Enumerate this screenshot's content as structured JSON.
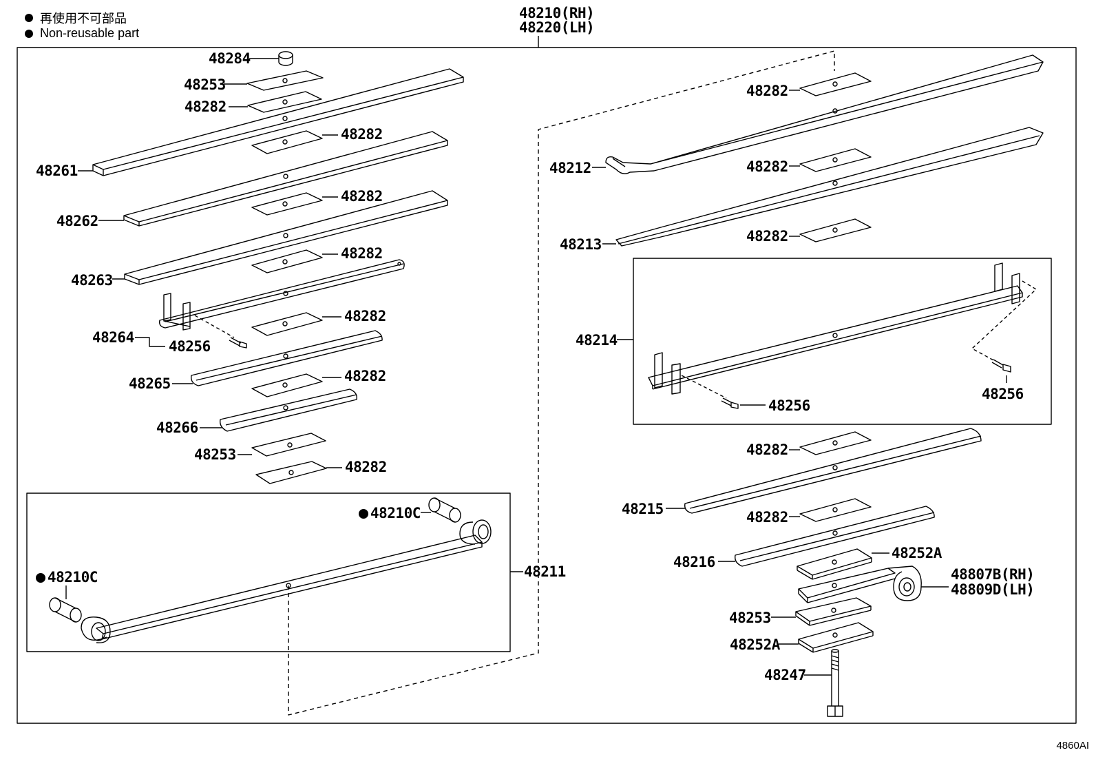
{
  "legend": {
    "item_jp": "再使用不可部品",
    "item_en": "Non-reusable part"
  },
  "header": {
    "assembly_rh": "48210(RH)",
    "assembly_lh": "48220(LH)"
  },
  "parts": {
    "p48284": "48284",
    "p48253_top": "48253",
    "p48282_top": "48282",
    "p48282_a": "48282",
    "p48261": "48261",
    "p48282_b": "48282",
    "p48262": "48262",
    "p48282_c": "48282",
    "p48263": "48263",
    "p48282_d": "48282",
    "p48264": "48264",
    "p48256_left": "48256",
    "p48265": "48265",
    "p48282_e": "48282",
    "p48266": "48266",
    "p48253_mid": "48253",
    "p48282_f": "48282",
    "p48210c_right": "48210C",
    "p48210c_left": "48210C",
    "p48211": "48211",
    "p48282_r1": "48282",
    "p48212": "48212",
    "p48282_r2": "48282",
    "p48213": "48213",
    "p48282_r3": "48282",
    "p48214": "48214",
    "p48256_mid": "48256",
    "p48256_right": "48256",
    "p48282_r4": "48282",
    "p48215": "48215",
    "p48282_r5": "48282",
    "p48216": "48216",
    "p48252a_top": "48252A",
    "p48807b": "48807B(RH)",
    "p48809d": "48809D(LH)",
    "p48253_bot": "48253",
    "p48252a_bot": "48252A",
    "p48247": "48247"
  },
  "footer": {
    "code": "4860AI"
  }
}
